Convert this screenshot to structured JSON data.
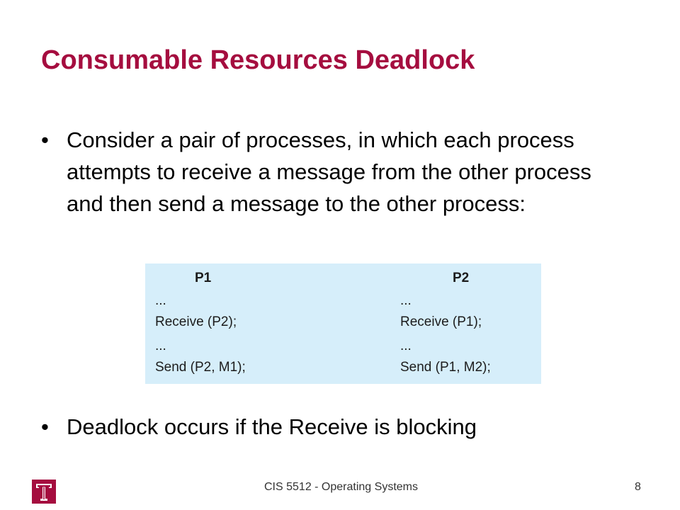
{
  "slide": {
    "title": "Consumable Resources Deadlock",
    "bullets": [
      {
        "marker": "•",
        "text": "Consider a  pair of processes, in which each process attempts to receive a message from the other process and then send a message to the other process:"
      },
      {
        "marker": "•",
        "text": "Deadlock occurs if the Receive is blocking"
      }
    ],
    "code_table": {
      "background_color": "#d6eefa",
      "columns": [
        {
          "header": "P1",
          "lines": [
            "...",
            "Receive (P2);",
            "...",
            "Send (P2, M1);"
          ]
        },
        {
          "header": "P2",
          "lines": [
            "...",
            "Receive (P1);",
            "...",
            "Send (P1, M2);"
          ]
        }
      ]
    }
  },
  "footer": {
    "course": "CIS 5512 - Operating Systems",
    "page_number": "8",
    "logo_icon": "temple-university-t-logo-icon"
  },
  "colors": {
    "title": "#a50d3f",
    "logo": "#a50d3f",
    "body_text": "#000000"
  }
}
